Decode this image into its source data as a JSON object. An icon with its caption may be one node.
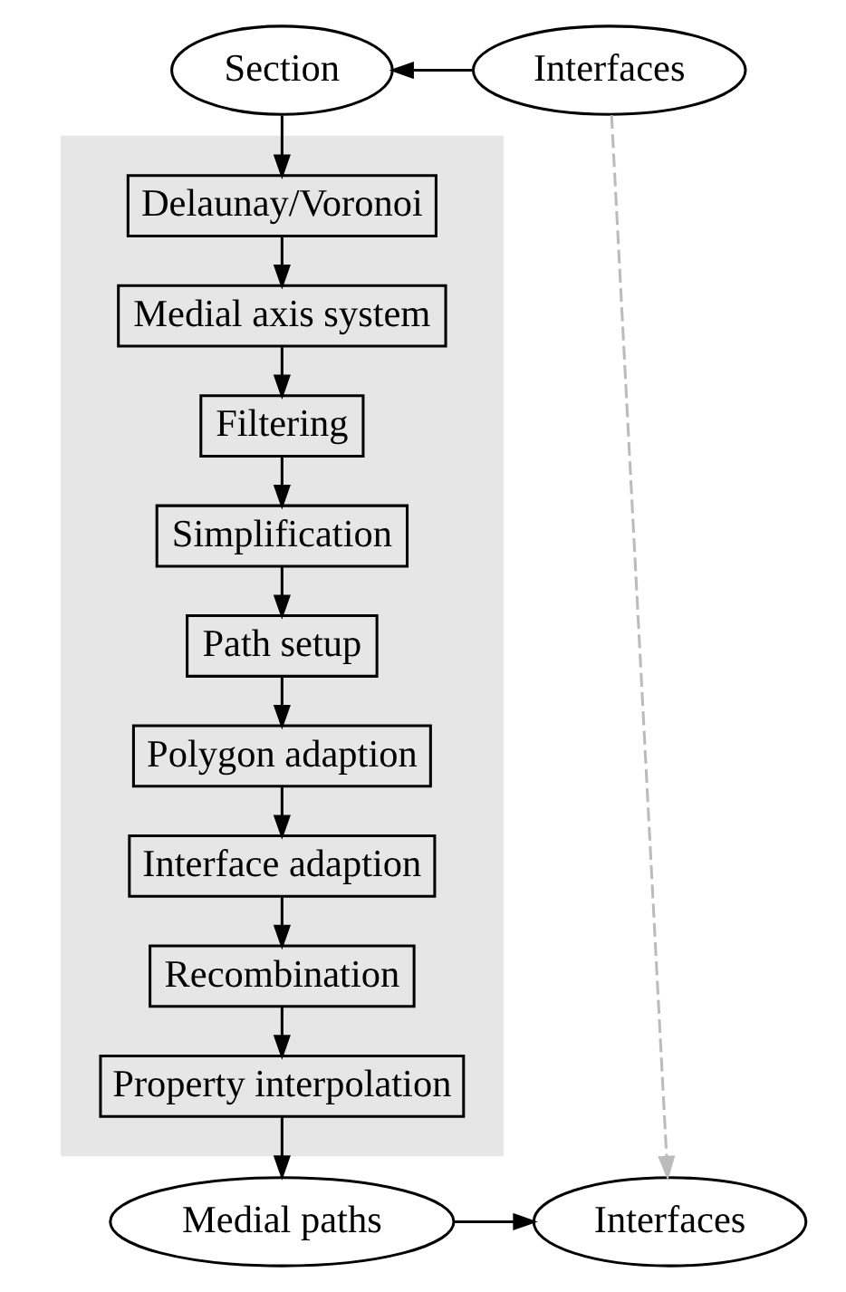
{
  "diagram": {
    "nodes": [
      {
        "text": [
          "Section"
        ]
      },
      {
        "text": [
          "Interfaces"
        ]
      },
      {
        "text": [],
        "shape": "box"
      },
      {
        "text": [
          "Delaunay/Voronoi"
        ],
        "in": 2
      },
      {
        "text": [
          "Medial axis system"
        ],
        "in": 2
      },
      {
        "text": [
          "Filtering"
        ],
        "in": 2
      },
      {
        "text": [
          "Simplification"
        ],
        "in": 2
      },
      {
        "text": [
          "Path setup"
        ],
        "in": 2
      },
      {
        "text": [
          "Polygon adaption"
        ],
        "in": 2
      },
      {
        "text": [
          "Interface adaption"
        ],
        "in": 2
      },
      {
        "text": [
          "Recombination"
        ],
        "in": 2
      },
      {
        "text": [
          "Property interpolation"
        ],
        "in": 2
      },
      {
        "text": [
          "Medial paths"
        ]
      },
      {
        "text": [
          "Interfaces"
        ]
      }
    ],
    "edges": [
      {
        "from": 1,
        "to": 0,
        "arrow": "to"
      },
      {
        "from": 0,
        "to": 3,
        "arrow": "to"
      },
      {
        "from": 3,
        "to": 4,
        "arrow": "to"
      },
      {
        "from": 4,
        "to": 5,
        "arrow": "to"
      },
      {
        "from": 5,
        "to": 6,
        "arrow": "to"
      },
      {
        "from": 6,
        "to": 7,
        "arrow": "to"
      },
      {
        "from": 7,
        "to": 8,
        "arrow": "to"
      },
      {
        "from": 8,
        "to": 9,
        "arrow": "to"
      },
      {
        "from": 9,
        "to": 10,
        "arrow": "to"
      },
      {
        "from": 10,
        "to": 11,
        "arrow": "to"
      },
      {
        "from": 11,
        "to": 12,
        "arrow": "to"
      },
      {
        "from": 12,
        "to": 13,
        "arrow": "to"
      },
      {
        "from": 1,
        "to": 13,
        "arrow": "to",
        "style": "dashed",
        "color": "#bbbbbb"
      }
    ]
  }
}
